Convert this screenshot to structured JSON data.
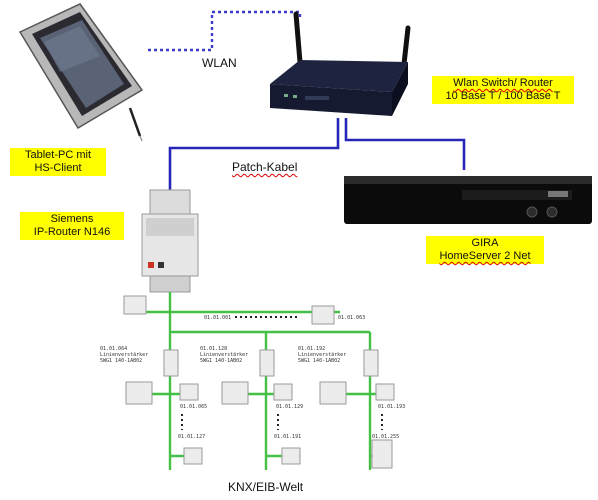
{
  "labels": {
    "wlan": "WLAN",
    "patch_kabel": "Patch-Kabel",
    "knx_welt": "KNX/EIB-Welt"
  },
  "boxes": {
    "tablet": [
      "Tablet-PC mit",
      "HS-Client"
    ],
    "router": [
      "Wlan Switch/ Router",
      "10 Base T / 100 Base T"
    ],
    "siemens": [
      "Siemens",
      "IP-Router N146"
    ],
    "gira": [
      "GIRA",
      "HomeServer 2 Net"
    ]
  },
  "addresses": {
    "top_left": "01.01.001",
    "top_right": "01.01.063",
    "line1": "01.01.064",
    "line1_b": "01.01.065",
    "line1_c": "01.01.127",
    "line2": "01.01.128",
    "line2_b": "01.01.129",
    "line2_c": "01.01.191",
    "line3": "01.01.192",
    "line3_b": "01.01.193",
    "line3_c": "01.01.255"
  },
  "coupler_text": {
    "l1": [
      "Linienverstärker",
      "5WG1 140-1AB02"
    ],
    "l2": [
      "Linienverstärker",
      "5WG1 140-1AB02"
    ],
    "l3": [
      "Linienverstärker",
      "5WG1 140-1AB02"
    ]
  },
  "colors": {
    "ethernet": "#2727b5",
    "wlan": "#3a3acc",
    "bus": "#44c044",
    "highlight": "#ffff00"
  }
}
